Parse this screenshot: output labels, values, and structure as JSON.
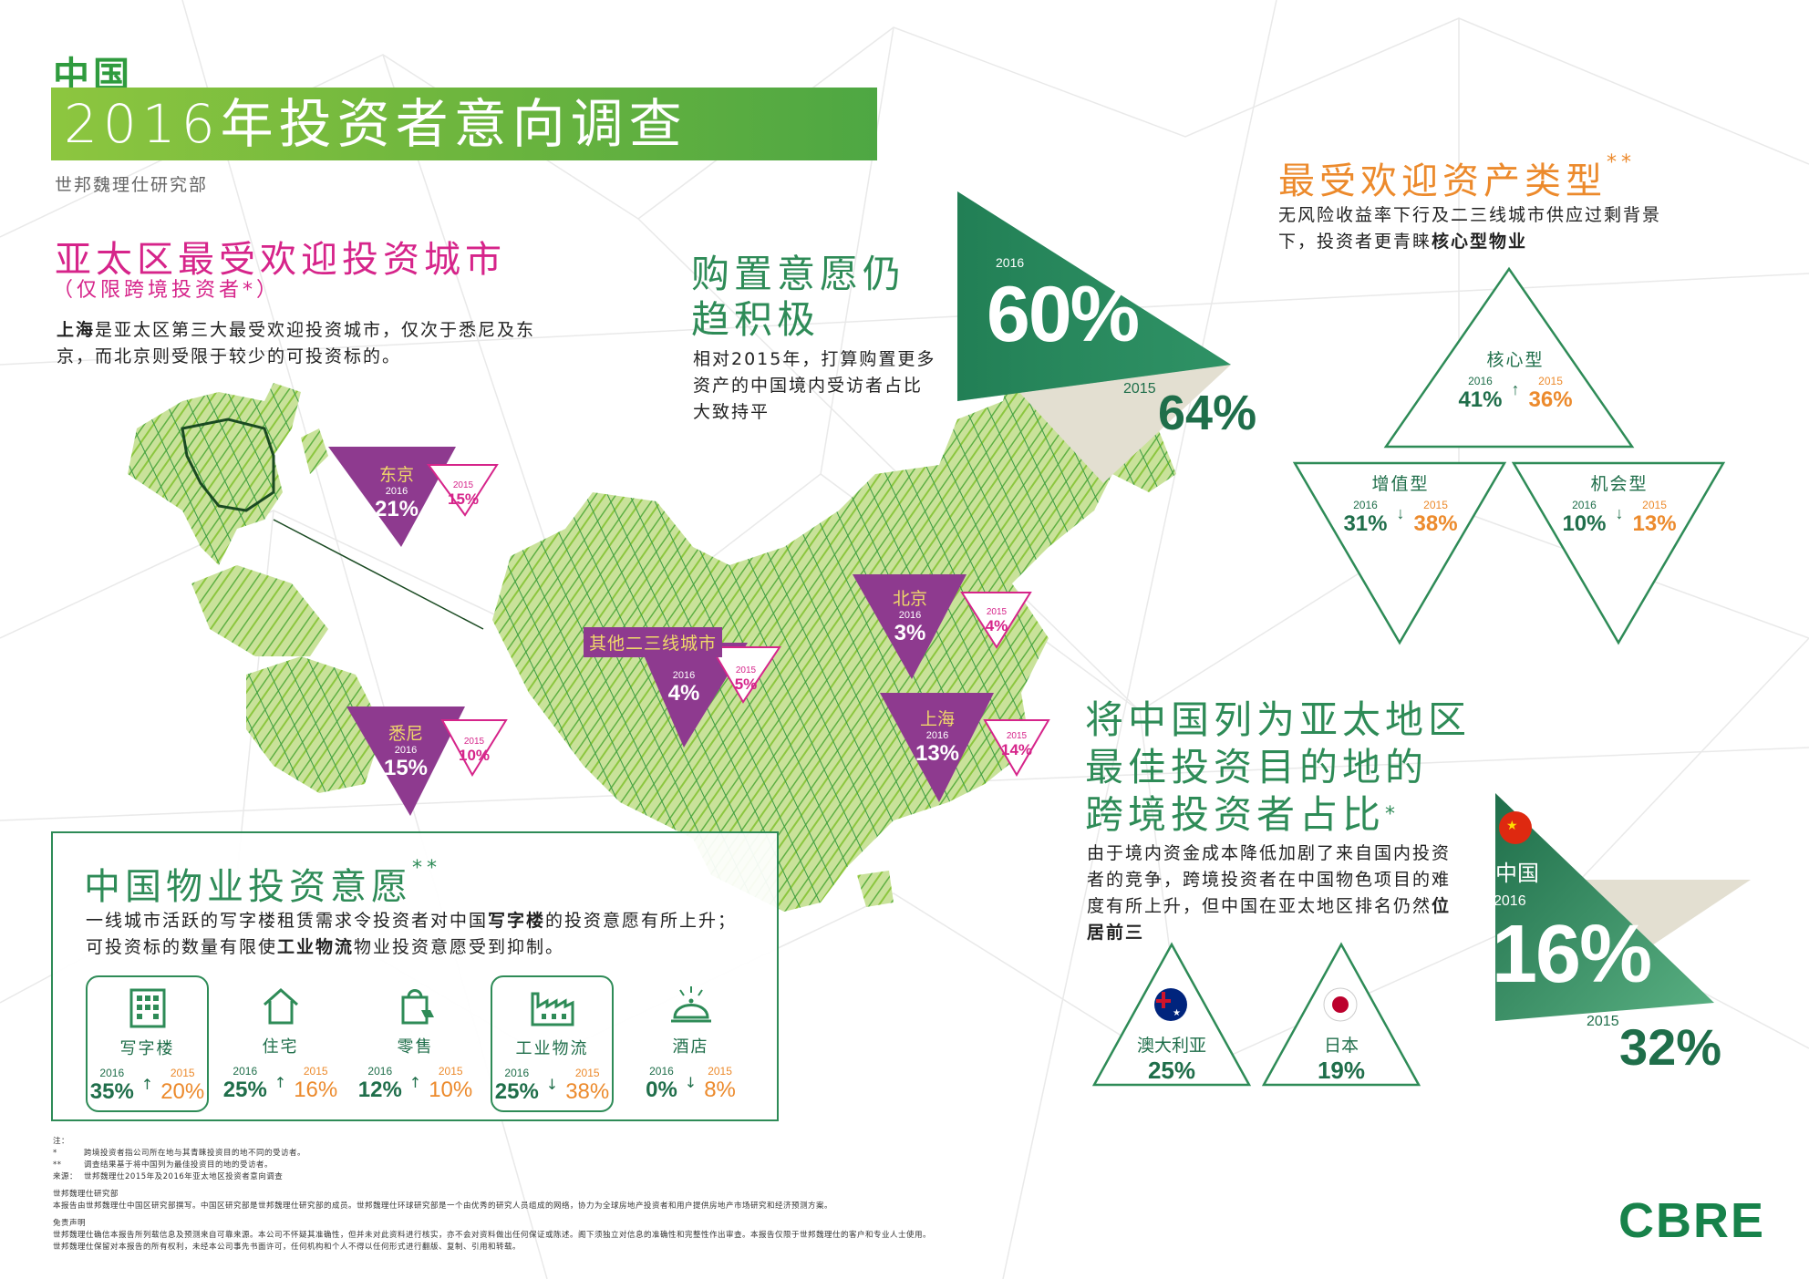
{
  "header": {
    "country": "中国",
    "title": "2016年投资者意向调查",
    "dept": "世邦魏理仕研究部"
  },
  "apac_cities": {
    "title": "亚太区最受欢迎投资城市",
    "subtitle": "（仅限跨境投资者*）",
    "body_bold": "上海",
    "body_rest": "是亚太区第三大最受欢迎投资城市，仅次于悉尼及东京，而北京则受限于较少的可投资标的。",
    "cities": [
      {
        "name": "东京",
        "y2016": "2016",
        "v2016": "21%",
        "y2015": "2015",
        "v2015": "15%"
      },
      {
        "name": "悉尼",
        "y2016": "2016",
        "v2016": "15%",
        "y2015": "2015",
        "v2015": "10%"
      },
      {
        "name": "其他二三线城市",
        "y2016": "2016",
        "v2016": "4%",
        "y2015": "2015",
        "v2015": "5%"
      },
      {
        "name": "北京",
        "y2016": "2016",
        "v2016": "3%",
        "y2015": "2015",
        "v2015": "4%"
      },
      {
        "name": "上海",
        "y2016": "2016",
        "v2016": "13%",
        "y2015": "2015",
        "v2015": "14%"
      }
    ]
  },
  "purchase": {
    "title_l1": "购置意愿仍",
    "title_l2": "趋积极",
    "body": "相对2015年，打算购置更多资产的中国境内受访者占比大致持平",
    "y2016": "2016",
    "v2016": "60%",
    "y2015": "2015",
    "v2015": "64%"
  },
  "asset_types": {
    "title": "最受欢迎资产类型",
    "title_mark": "**",
    "body_rest": "无风险收益率下行及二三线城市供应过剩背景下，投资者更青睐",
    "body_bold": "核心型物业",
    "items": [
      {
        "name": "核心型",
        "y2016": "2016",
        "v2016": "41%",
        "y2015": "2015",
        "v2015": "36%"
      },
      {
        "name": "增值型",
        "y2016": "2016",
        "v2016": "31%",
        "y2015": "2015",
        "v2015": "38%"
      },
      {
        "name": "机会型",
        "y2016": "2016",
        "v2016": "10%",
        "y2015": "2015",
        "v2015": "13%"
      }
    ]
  },
  "best_dest": {
    "title_l1": "将中国列为亚太地区",
    "title_l2": "最佳投资目的地的",
    "title_l3": "跨境投资者占比",
    "title_mark": "*",
    "body_rest": "由于境内资金成本降低加剧了来自国内投资者的竞争，跨境投资者在中国物色项目的难度有所上升，但中国在亚太地区排名仍然",
    "body_bold": "位居前三",
    "china": {
      "name": "中国",
      "y2016": "2016",
      "v2016": "16%",
      "y2015": "2015",
      "v2015": "32%"
    },
    "others": [
      {
        "name": "澳大利亚",
        "value": "25%"
      },
      {
        "name": "日本",
        "value": "19%"
      }
    ]
  },
  "property": {
    "title": "中国物业投资意愿",
    "title_mark": "**",
    "body_p1": "一线城市活跃的写字楼租赁需求令投资者对中国",
    "body_b1": "写字楼",
    "body_p2": "的投资意愿有所上升；可投资标的数量有限使",
    "body_b2": "工业物流",
    "body_p3": "物业投资意愿受到抑制。",
    "items": [
      {
        "name": "写字楼",
        "icon": "office-building-icon",
        "y2016": "2016",
        "v2016": "35%",
        "y2015": "2015",
        "v2015": "20%"
      },
      {
        "name": "住宅",
        "icon": "house-icon",
        "y2016": "2016",
        "v2016": "25%",
        "y2015": "2015",
        "v2015": "16%"
      },
      {
        "name": "零售",
        "icon": "shopping-bag-icon",
        "y2016": "2016",
        "v2016": "12%",
        "y2015": "2015",
        "v2015": "10%"
      },
      {
        "name": "工业物流",
        "icon": "factory-icon",
        "y2016": "2016",
        "v2016": "25%",
        "y2015": "2015",
        "v2015": "38%"
      },
      {
        "name": "酒店",
        "icon": "cloche-icon",
        "y2016": "2016",
        "v2016": "0%",
        "y2015": "2015",
        "v2015": "8%"
      }
    ]
  },
  "notes": {
    "head": "注：",
    "n1_mark": "*",
    "n1": "跨境投资者指公司所在地与其青睐投资目的地不同的受访者。",
    "n2_mark": "**",
    "n2": "调查结果基于将中国列为最佳投资目的地的受访者。",
    "src_mark": "来源：",
    "src": "世邦魏理仕2015年及2016年亚太地区投资者意向调查",
    "research_head": "世邦魏理仕研究部",
    "research": "本报告由世邦魏理仕中国区研究部撰写。中国区研究部是世邦魏理仕研究部的成员。世邦魏理仕环球研究部是一个由优秀的研究人员组成的网络，协力为全球房地产投资者和用户提供房地产市场研究和经济预测方案。",
    "disclaimer_head": "免责声明",
    "disclaimer1": "世邦魏理仕确信本报告所列载信息及预测来自可靠来源。本公司不怀疑其准确性，但并未对此资料进行核实，亦不会对资料做出任何保证或陈述。阁下须独立对信息的准确性和完整性作出审查。本报告仅限于世邦魏理仕的客户和专业人士使用。",
    "disclaimer2": "世邦魏理仕保留对本报告的所有权利，未经本公司事先书面许可，任何机构和个人不得以任何形式进行翻版、复制、引用和转载。"
  },
  "logo": "CBRE",
  "colors": {
    "green": "#2e8b57",
    "dark_green": "#1f6e4a",
    "magenta": "#d6248a",
    "purple": "#8e3a8f",
    "orange": "#ec8a2c",
    "beige": "#e3dfd1"
  }
}
